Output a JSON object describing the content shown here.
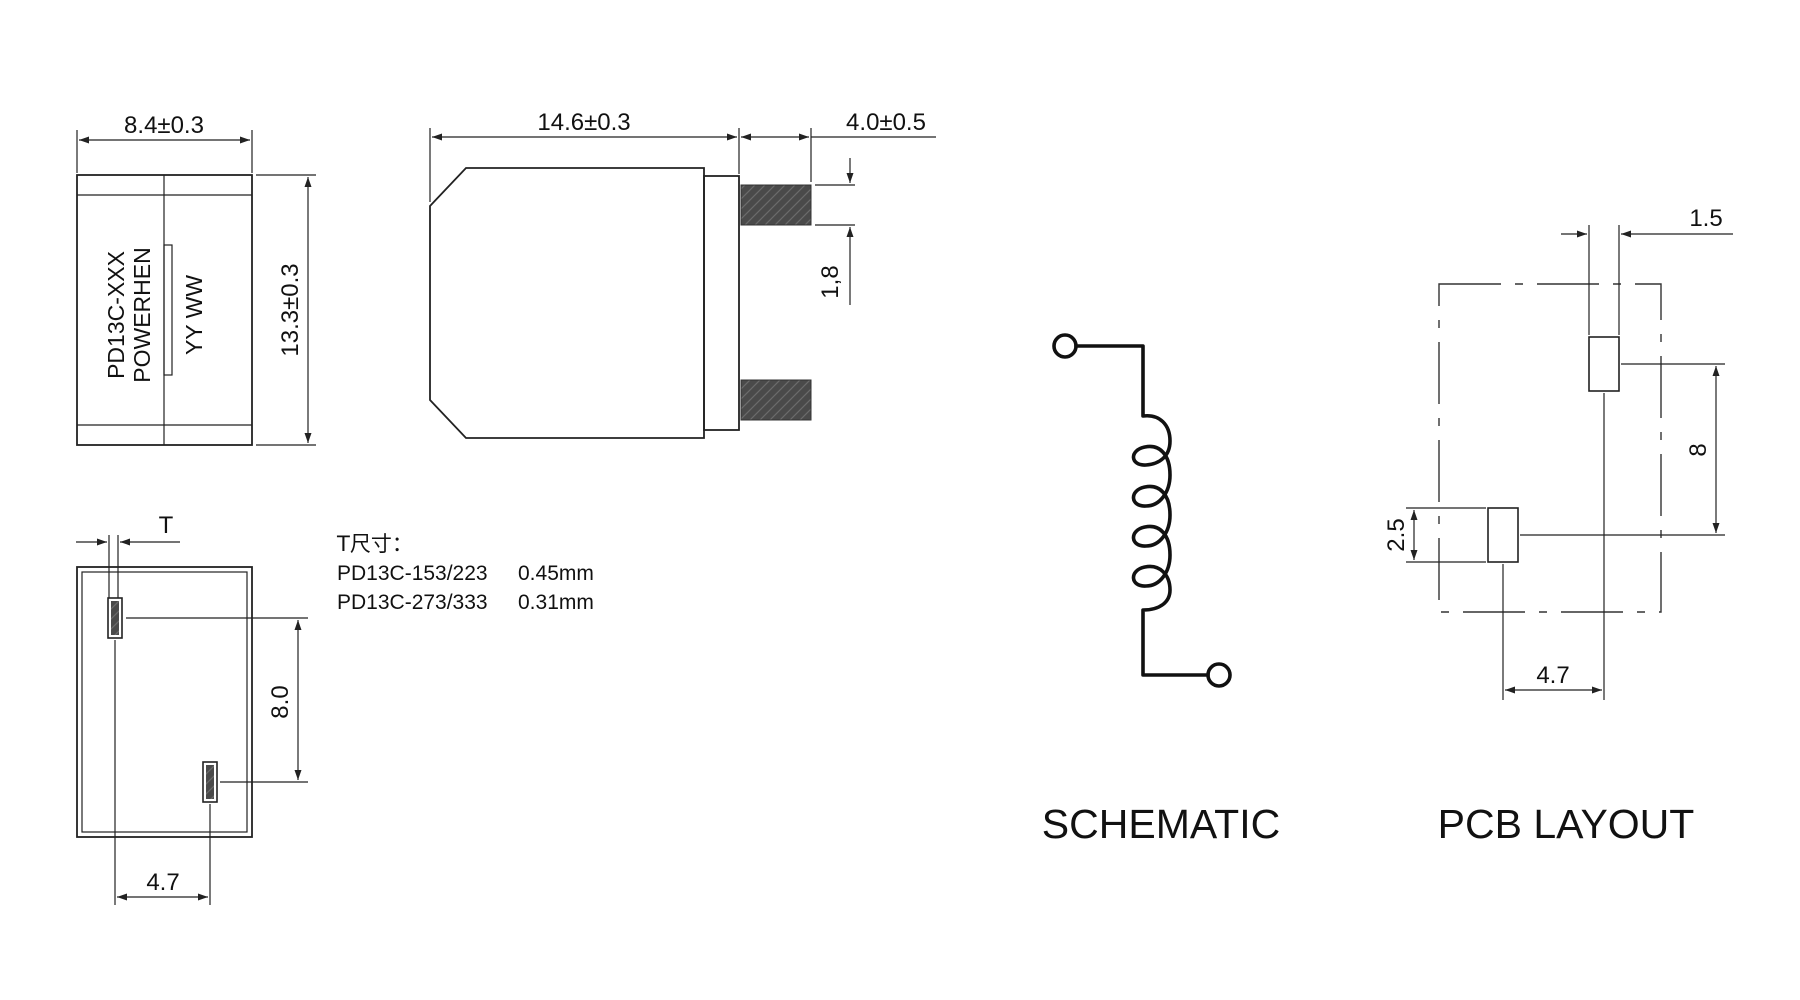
{
  "top_view": {
    "width_dim": "8.4±0.3",
    "height_dim": "13.3±0.3",
    "marking_line1": "PD13C-XXX",
    "marking_line2": "POWERHEN",
    "marking_line3": "YY WW"
  },
  "side_view": {
    "length_dim": "14.6±0.3",
    "lead_length_dim": "4.0±0.5",
    "lead_width_dim": "1,8"
  },
  "bottom_view": {
    "t_label": "T",
    "pad_pitch_v": "8.0",
    "pad_pitch_h": "4.7"
  },
  "t_note": {
    "title": "T尺寸：",
    "rows": [
      {
        "model": "PD13C-153/223",
        "value": "0.45mm"
      },
      {
        "model": "PD13C-273/333",
        "value": "0.31mm"
      }
    ]
  },
  "schematic": {
    "caption": "SCHEMATIC"
  },
  "pcb_layout": {
    "caption": "PCB LAYOUT",
    "pad_width_dim": "1.5",
    "pitch_v_dim": "8",
    "pad_height_dim": "2.5",
    "pitch_h_dim": "4.7"
  }
}
